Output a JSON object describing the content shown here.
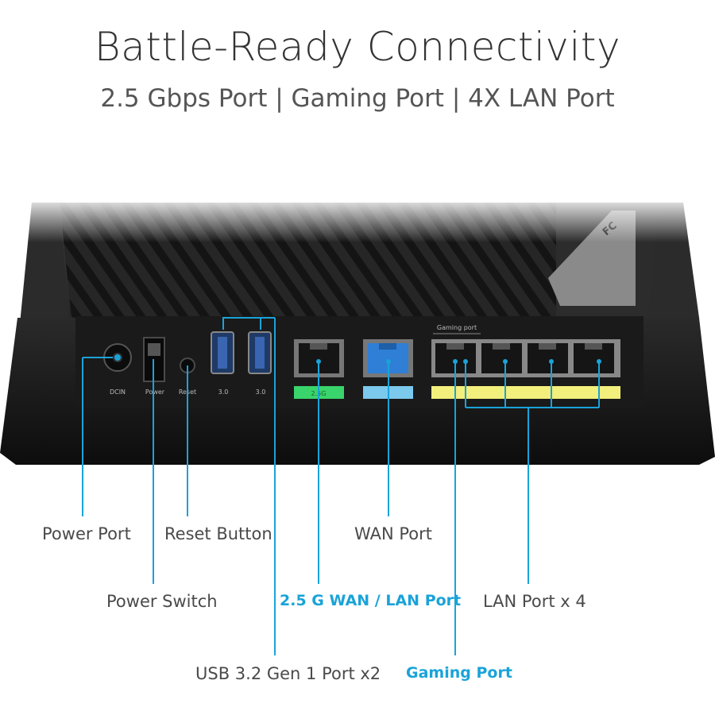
{
  "header": {
    "title": "Battle-Ready Connectivity",
    "subtitle": "2.5 Gbps Port | Gaming Port | 4X LAN Port"
  },
  "panel": {
    "dcin": "DCIN",
    "power": "Power",
    "reset": "Reset",
    "usb1": "3.0",
    "usb2": "3.0",
    "port_25g": "2.5G",
    "gaming_port": "Gaming port"
  },
  "callouts": {
    "power_port": "Power Port",
    "reset_button": "Reset Button",
    "wan_port": "WAN Port",
    "power_switch": "Power Switch",
    "wan_lan_25g": "2.5 G WAN / LAN Port",
    "lan_port_x4": "LAN Port x 4",
    "usb_ports": "USB 3.2 Gen 1 Port x2",
    "gaming_port": "Gaming Port"
  },
  "colors": {
    "callout_line": "#1aa3d9",
    "highlight_text": "#1aa3d9",
    "port_25g_tag": "#39d46b",
    "wan_tag": "#7cc9ee",
    "lan_tag": "#f2ef7c",
    "wan_port": "#2f7fd6"
  }
}
